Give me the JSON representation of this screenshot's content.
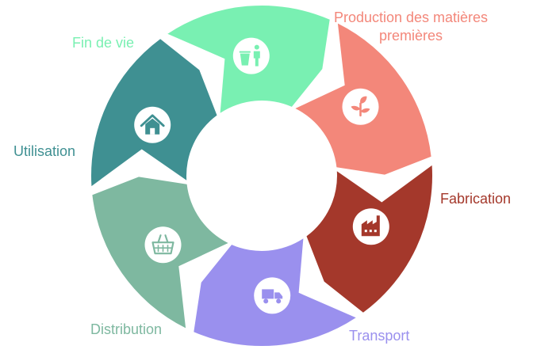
{
  "diagram": {
    "segments": [
      {
        "key": "production",
        "label_lines": [
          "Production des matières",
          "premières"
        ],
        "color": "#F3877A",
        "icon": "plant-icon"
      },
      {
        "key": "fabrication",
        "label_lines": [
          "Fabrication"
        ],
        "color": "#A4382B",
        "icon": "factory-icon"
      },
      {
        "key": "transport",
        "label_lines": [
          "Transport"
        ],
        "color": "#9A90EE",
        "icon": "truck-icon"
      },
      {
        "key": "distribution",
        "label_lines": [
          "Distribution"
        ],
        "color": "#7EB8A0",
        "icon": "basket-icon"
      },
      {
        "key": "utilisation",
        "label_lines": [
          "Utilisation"
        ],
        "color": "#3F9092",
        "icon": "house-icon"
      },
      {
        "key": "fin-de-vie",
        "label_lines": [
          "Fin de vie"
        ],
        "color": "#79F0B2",
        "icon": "trash-person-icon"
      }
    ]
  }
}
